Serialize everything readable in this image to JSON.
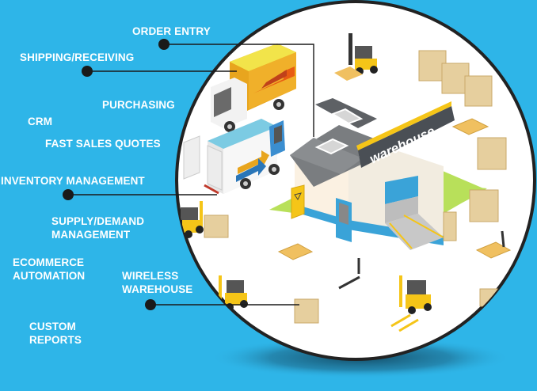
{
  "colors": {
    "background": "#2eb5e8",
    "circle_fill": "#ffffff",
    "circle_stroke": "#222222",
    "leader": "#1a1a1a",
    "label_text": "#ffffff",
    "sign_text": "#ffffff",
    "accent_yellow": "#f5c518"
  },
  "features": [
    {
      "id": "order-entry",
      "lines": [
        "ORDER ENTRY"
      ],
      "has_leader": true
    },
    {
      "id": "shipping-receiving",
      "lines": [
        "SHIPPING/RECEIVING"
      ],
      "has_leader": true
    },
    {
      "id": "purchasing",
      "lines": [
        "PURCHASING"
      ],
      "has_leader": false
    },
    {
      "id": "crm",
      "lines": [
        "CRM"
      ],
      "has_leader": false
    },
    {
      "id": "fast-sales-quotes",
      "lines": [
        "FAST SALES QUOTES"
      ],
      "has_leader": false
    },
    {
      "id": "inventory-management",
      "lines": [
        "INVENTORY MANAGEMENT"
      ],
      "has_leader": true
    },
    {
      "id": "supply-demand",
      "lines": [
        "SUPPLY/DEMAND",
        "MANAGEMENT"
      ],
      "has_leader": false
    },
    {
      "id": "ecommerce-automation",
      "lines": [
        "ECOMMERCE",
        "AUTOMATION"
      ],
      "has_leader": false
    },
    {
      "id": "wireless-warehouse",
      "lines": [
        "WIRELESS",
        "WAREHOUSE"
      ],
      "has_leader": true
    },
    {
      "id": "custom-reports",
      "lines": [
        "CUSTOM",
        "REPORTS"
      ],
      "has_leader": false
    }
  ],
  "illustration": {
    "sign_text": "warehouse",
    "objects": [
      "delivery-truck-yellow",
      "delivery-truck-blue",
      "warehouse-building",
      "forklift",
      "pallet",
      "box-stack",
      "pallet-jack",
      "electrical-box",
      "loading-ramp"
    ]
  }
}
